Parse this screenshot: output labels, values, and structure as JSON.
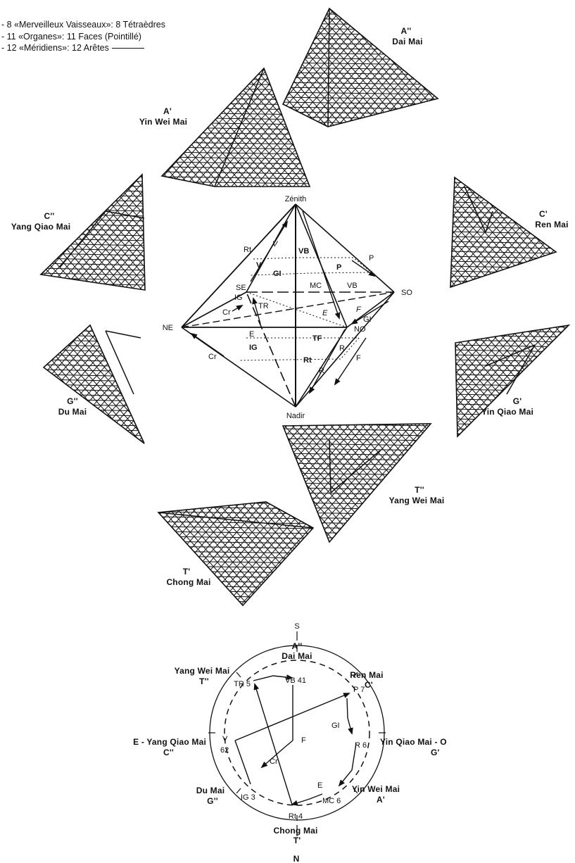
{
  "legend": {
    "line1": "- 8 «Merveilleux Vaisseaux»: 8 Tétraèdres",
    "line2": "- 11 «Organes»: 11 Faces (Pointillé)",
    "line3": "- 12 «Méridiens»: 12 Arêtes"
  },
  "tetrahedra": {
    "a2": {
      "code": "A''",
      "name": "Dai Mai"
    },
    "a1": {
      "code": "A'",
      "name": "Yin Wei Mai"
    },
    "c2": {
      "code": "C''",
      "name": "Yang Qiao Mai"
    },
    "c1": {
      "code": "C'",
      "name": "Ren Mai"
    },
    "g2": {
      "code": "G''",
      "name": "Du Mai"
    },
    "g1": {
      "code": "G'",
      "name": "Yin Qiao Mai"
    },
    "t2": {
      "code": "T''",
      "name": "Yang Wei Mai"
    },
    "t1": {
      "code": "T'",
      "name": "Chong Mai"
    }
  },
  "octahedron": {
    "zenith": "Zénith",
    "nadir": "Nadir",
    "ne": "NE",
    "so": "SO",
    "se": "SE",
    "no": "NO",
    "rt_top": "Rt",
    "v_edge": "V",
    "v_face": "V",
    "vb_face": "VB",
    "p_edge": "P",
    "p_face": "P",
    "gi_face": "GI",
    "mc": "MC",
    "vb_edge": "VB",
    "ig_edge": "IG",
    "tr": "TR",
    "cr_edge": "Cr",
    "e_edge": "E",
    "f_edge": "F",
    "gi_edge": "GI",
    "e_face": "E",
    "tf_face": "TF",
    "ig_face": "IG",
    "rt_face": "Rt",
    "r_face": "R",
    "r_edge": "R",
    "f_lower": "F",
    "cr_lower": "Cr"
  },
  "compass": {
    "s": "S",
    "n": "N",
    "top_code": "A''",
    "top_name": "Dai Mai",
    "topleft_name": "Yang Wei Mai",
    "topleft_code": "T''",
    "topright_name": "Ren Mai",
    "topright_code": "C'",
    "left_name": "E - Yang Qiao Mai",
    "left_code": "C''",
    "right_name": "Yin Qiao Mai - O",
    "right_code": "G'",
    "botleft_name": "Du Mai",
    "botleft_code": "G''",
    "botright_name": "Yin Wei Mai",
    "botright_code": "A'",
    "bottom_name": "Chong Mai",
    "bottom_code": "T'",
    "vb41": "VB 41",
    "tr5": "TR 5",
    "p7": "P 7",
    "gi": "GI",
    "r6": "R 6",
    "v": "V",
    "v62": "62",
    "f": "F",
    "cr": "Cr",
    "e": "E",
    "ig3": "IG 3",
    "mc6": "MC 6",
    "rt4": "Rt 4"
  }
}
